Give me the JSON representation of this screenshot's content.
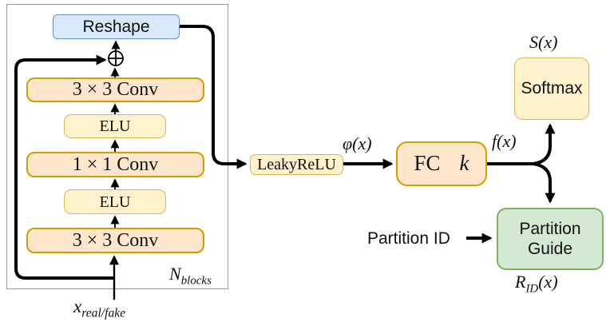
{
  "diagram": {
    "blocks": {
      "reshape": "Reshape",
      "conv_top": "3 × 3 Conv",
      "elu_upper": "ELU",
      "conv_mid": "1 × 1 Conv",
      "elu_lower": "ELU",
      "conv_bottom": "3 × 3 Conv",
      "leaky_relu": "LeakyReLU",
      "fc_label": "FC",
      "fc_units": "k",
      "softmax": "Softmax",
      "partition_guide_line1": "Partition",
      "partition_guide_line2": "Guide"
    },
    "annotations": {
      "phi_x": "φ(x)",
      "f_x": "f(x)",
      "s_x": "S(x)",
      "r_id_base": "R",
      "r_id_sub": "ID",
      "r_id_args": "(x)",
      "n_blocks_base": "N",
      "n_blocks_sub": "blocks",
      "input_base": "x",
      "input_sub": "real/fake",
      "partition_id": "Partition ID"
    },
    "icons": {
      "sum_join": "⊕"
    },
    "colors": {
      "reshape_fill": "#dae8fc",
      "reshape_stroke": "#6c8ebf",
      "conv_fill": "#ffe6cc",
      "conv_stroke": "#d79b00",
      "activation_fill": "#fff2cc",
      "activation_stroke": "#d6b656",
      "guide_fill": "#d5e8d4",
      "guide_stroke": "#7fb25d",
      "container_stroke": "#9a9a9a",
      "line": "#000000"
    }
  }
}
